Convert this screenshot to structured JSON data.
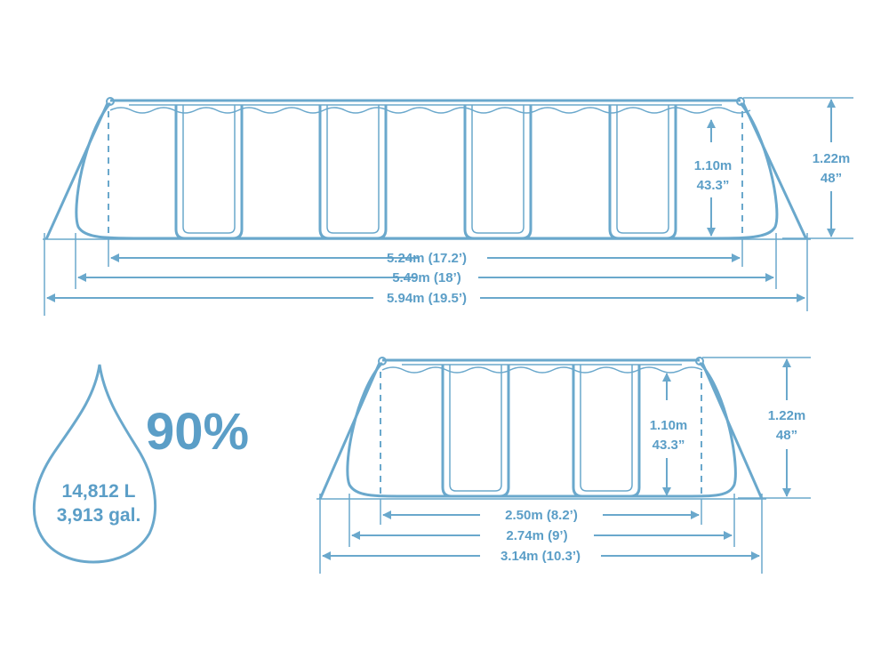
{
  "large_pool": {
    "water_depth_m": "1.10m",
    "water_depth_in": "43.3”",
    "height_m": "1.22m",
    "height_in": "48”",
    "width_inner": "5.24m (17.2’)",
    "width_frame": "5.49m (18’)",
    "width_overall": "5.94m (19.5’)"
  },
  "small_pool": {
    "water_depth_m": "1.10m",
    "water_depth_in": "43.3”",
    "height_m": "1.22m",
    "height_in": "48”",
    "width_inner": "2.50m (8.2’)",
    "width_frame": "2.74m (9’)",
    "width_overall": "3.14m (10.3’)"
  },
  "capacity": {
    "liters": "14,812 L",
    "gallons": "3,913 gal.",
    "fill_percent": "90%"
  },
  "colors": {
    "line": "#6aa8cc",
    "text": "#5b9ec7"
  },
  "icons": [
    "water-drop-icon"
  ]
}
